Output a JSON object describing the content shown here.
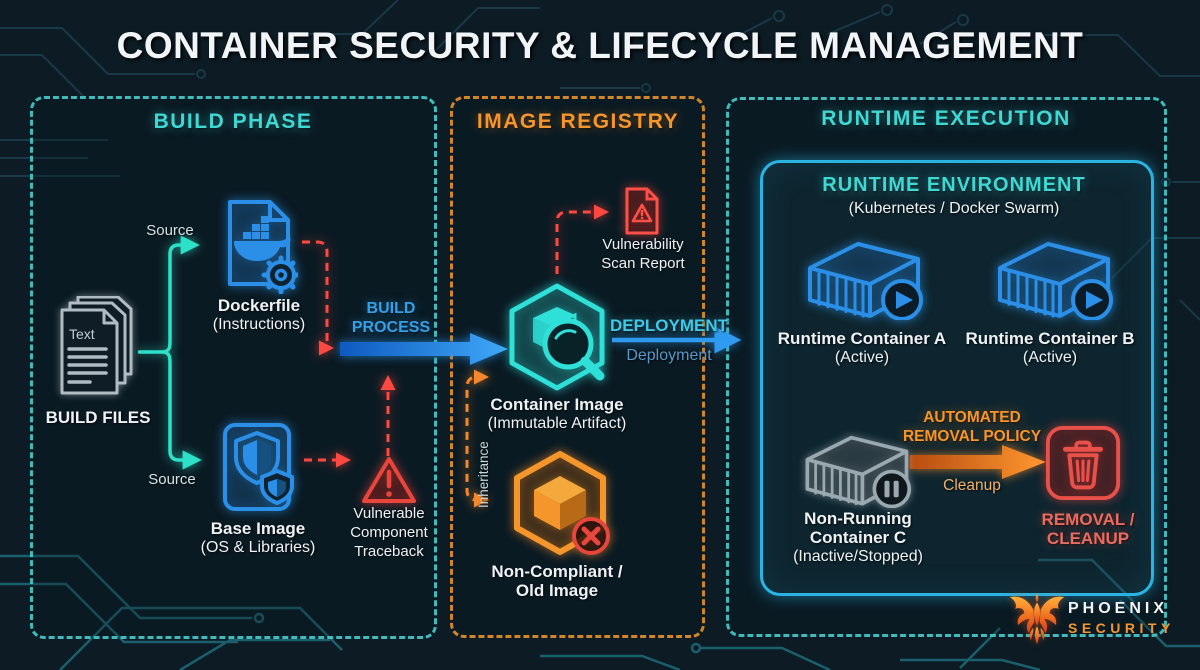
{
  "title": "CONTAINER SECURITY & LIFECYCLE MANAGEMENT",
  "panels": {
    "build": {
      "title": "BUILD PHASE",
      "build_files": {
        "label": "BUILD FILES",
        "doc_text": "Text"
      },
      "source_top": "Source",
      "source_bottom": "Source",
      "dockerfile": {
        "name": "Dockerfile",
        "sub": "(Instructions)"
      },
      "base_image": {
        "name": "Base Image",
        "sub": "(OS & Libraries)"
      },
      "traceback": [
        "Vulnerable",
        "Component",
        "Traceback"
      ],
      "build_process": [
        "BUILD",
        "PROCESS"
      ]
    },
    "registry": {
      "title": "IMAGE REGISTRY",
      "scan_report": [
        "Vulnerability",
        "Scan Report"
      ],
      "container_image": {
        "name": "Container Image",
        "sub": "(Immutable Artifact)"
      },
      "inheritance": "Inheritance",
      "non_compliant": [
        "Non-Compliant /",
        "Old Image"
      ],
      "deployment": {
        "label": "DEPLOYMENT",
        "sub": "Deployment"
      }
    },
    "runtime": {
      "title": "RUNTIME EXECUTION",
      "environment": {
        "title": "RUNTIME ENVIRONMENT",
        "sub": "(Kubernetes / Docker Swarm)"
      },
      "container_a": {
        "name": "Runtime Container A",
        "status": "(Active)"
      },
      "container_b": {
        "name": "Runtime Container B",
        "status": "(Active)"
      },
      "container_c": {
        "name_1": "Non-Running",
        "name_2": "Container C",
        "status": "(Inactive/Stopped)"
      },
      "removal_policy": {
        "line1": "AUTOMATED",
        "line2": "REMOVAL POLICY",
        "arrow_label": "Cleanup"
      },
      "removal": [
        "REMOVAL /",
        "CLEANUP"
      ]
    }
  },
  "logo": {
    "name": "PHOENIX",
    "sub": "SECURITY"
  },
  "colors": {
    "background": "#0c1b24",
    "cyan": "#40d8d4",
    "teal": "#2de0c8",
    "orange": "#f5962c",
    "blue": "#2f9bf0",
    "red": "#e8453c",
    "salmon": "#e86c60",
    "gray": "#a8b2ba",
    "white": "#eef2f4"
  }
}
